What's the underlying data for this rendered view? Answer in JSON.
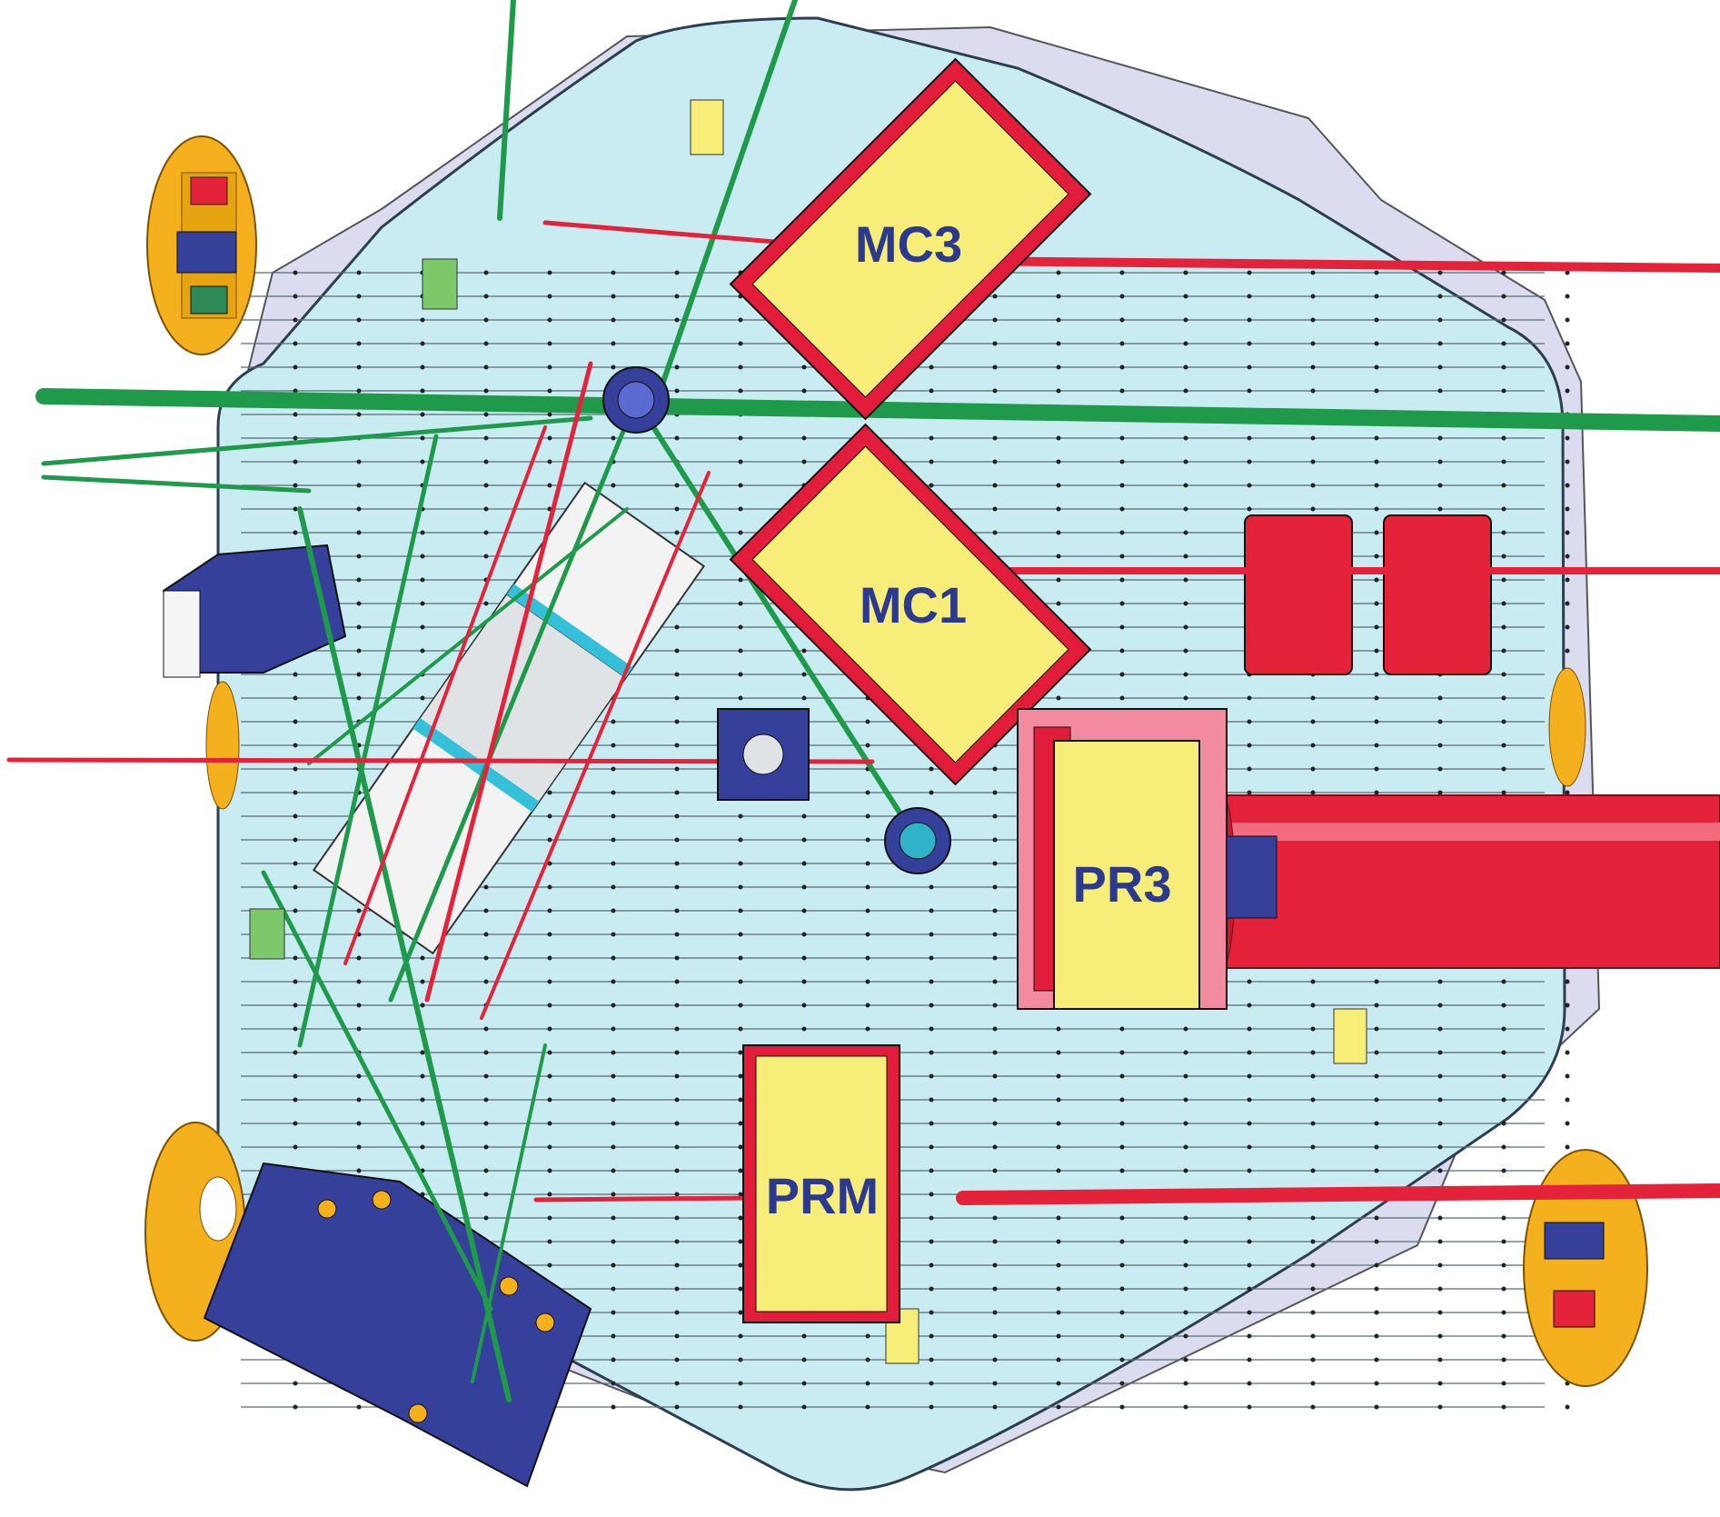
{
  "colors": {
    "table": "#c9ecf2",
    "table_stroke": "#2c3e50",
    "beam_green": "#1f9a4a",
    "beam_red": "#e4233a",
    "optic_yellow": "#f7ee7a",
    "optic_frame": "#e11d3b",
    "mount_blue": "#34409a",
    "flange_orange": "#f5b01d",
    "label_blue": "#2b3a8f"
  },
  "optics": [
    {
      "id": "mc3",
      "label": "MC3"
    },
    {
      "id": "mc1",
      "label": "MC1"
    },
    {
      "id": "pr3",
      "label": "PR3"
    },
    {
      "id": "prm",
      "label": "PRM"
    }
  ],
  "icons": [
    "flange-icon",
    "cable-connector-icon",
    "beam-tube-icon",
    "mount-block-icon"
  ]
}
